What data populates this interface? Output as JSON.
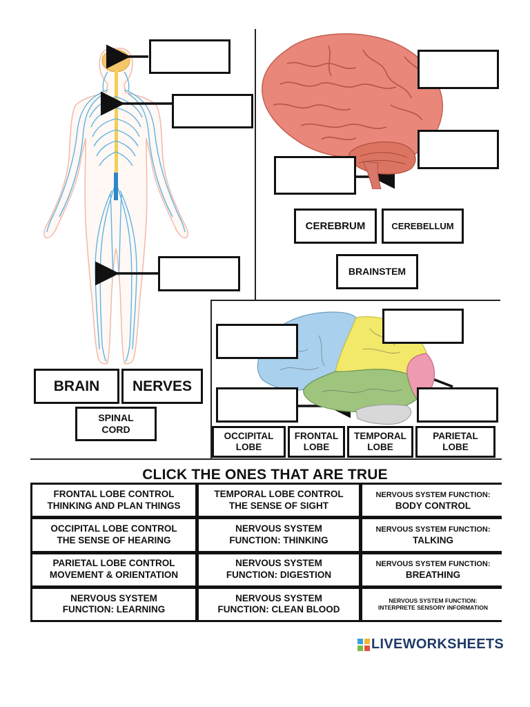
{
  "body_section": {
    "labels": {
      "brain": "BRAIN",
      "nerves": "NERVES",
      "spinal_cord": "SPINAL\nCORD"
    }
  },
  "brain_section": {
    "labels": {
      "cerebrum": "CEREBRUM",
      "cerebellum": "CEREBELLUM",
      "brainstem": "BRAINSTEM"
    }
  },
  "lobes_section": {
    "labels": {
      "occipital": "OCCIPITAL\nLOBE",
      "frontal": "FRONTAL\nLOBE",
      "temporal": "TEMPORAL\nLOBE",
      "parietal": "PARIETAL\nLOBE"
    }
  },
  "true_false": {
    "title": "CLICK THE ONES THAT ARE TRUE",
    "cells": [
      {
        "line1": "FRONTAL LOBE CONTROL",
        "line2": "THINKING AND PLAN THINGS"
      },
      {
        "line1": "TEMPORAL LOBE CONTROL",
        "line2": "THE SENSE OF SIGHT"
      },
      {
        "line1": "NERVOUS SYSTEM FUNCTION:",
        "line2": "BODY CONTROL"
      },
      {
        "line1": "OCCIPITAL LOBE CONTROL",
        "line2": "THE SENSE OF HEARING"
      },
      {
        "line1": "NERVOUS SYSTEM",
        "line2": "FUNCTION: THINKING"
      },
      {
        "line1": "NERVOUS SYSTEM FUNCTION:",
        "line2": "TALKING"
      },
      {
        "line1": "PARIETAL LOBE CONTROL",
        "line2": "MOVEMENT & ORIENTATION"
      },
      {
        "line1": "NERVOUS SYSTEM",
        "line2": "FUNCTION: DIGESTION"
      },
      {
        "line1": "NERVOUS SYSTEM FUNCTION:",
        "line2": "BREATHING"
      },
      {
        "line1": "NERVOUS SYSTEM",
        "line2": "FUNCTION: LEARNING"
      },
      {
        "line1": "NERVOUS SYSTEM",
        "line2": "FUNCTION: CLEAN BLOOD"
      },
      {
        "line1": "NERVOUS SYSTEM FUNCTION:",
        "line2": "INTERPRETE SENSORY INFORMATION"
      }
    ]
  },
  "logo": {
    "text": "LIVEWORKSHEETS"
  },
  "colors": {
    "nerve_blue": "#5fb3e0",
    "brain_pink": "#e8877a",
    "lobe_frontal": "#a9d0ec",
    "lobe_parietal": "#f2e86a",
    "lobe_temporal": "#9fc47e",
    "lobe_occipital": "#ee9ab0",
    "logo_blue": "#1f3a66"
  }
}
